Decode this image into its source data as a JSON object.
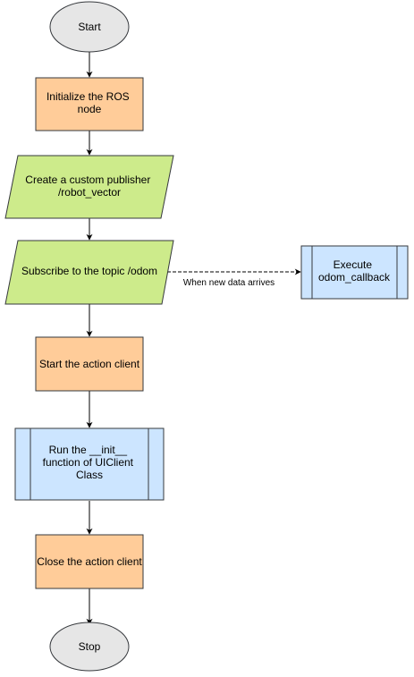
{
  "colors": {
    "terminal_fill": "#e6e6e6",
    "process_fill": "#ffcc99",
    "io_fill": "#cdeb8b",
    "subprocess_fill": "#cce5ff",
    "stroke": "#36393d",
    "subprocess_stroke": "#36393d",
    "edge": "#000000"
  },
  "nodes": {
    "start": {
      "label": "Start"
    },
    "init_node": {
      "line1": "Initialize the ROS",
      "line2": "node"
    },
    "create_publisher": {
      "line1": "Create a custom publisher",
      "line2": "/robot_vector"
    },
    "subscribe": {
      "label": "Subscribe to the topic /odom"
    },
    "execute_callback": {
      "line1": "Execute",
      "line2": "odom_callback"
    },
    "start_action_client": {
      "label": "Start the action client"
    },
    "run_init": {
      "line1": "Run the __init__",
      "line2": "function of UIClient",
      "line3": "Class"
    },
    "close_action_client": {
      "label": "Close the action client"
    },
    "stop": {
      "label": "Stop"
    }
  },
  "edges": {
    "new_data": {
      "label": "When new data arrives"
    }
  }
}
